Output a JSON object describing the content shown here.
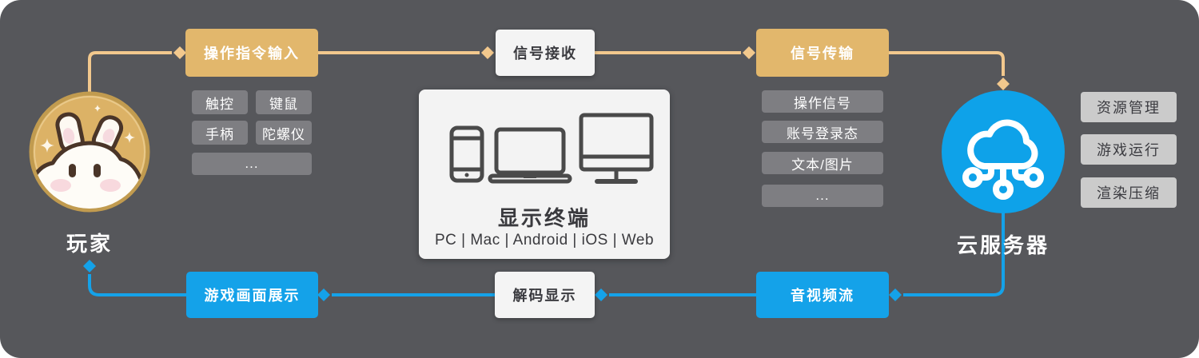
{
  "palette": {
    "panel_background": "#56575B",
    "gold_box": "#E2B76C",
    "gold_line": "#F2C88D",
    "blue": "#14A2E9",
    "cloud_circle_blue": "#0EA2E9",
    "gray_tag": "#7E7E82",
    "light_tag": "#CBCBCB",
    "white_box": "#F4F4F4",
    "dark_text": "#3B3B40"
  },
  "player": {
    "label": "玩家",
    "icon": "rabbit-avatar-icon"
  },
  "top_flow": {
    "command_input": {
      "label": "操作指令输入",
      "tags": [
        "触控",
        "键鼠",
        "手柄",
        "陀螺仪",
        "..."
      ]
    },
    "signal_receive": {
      "label": "信号接收"
    },
    "signal_transmit": {
      "label": "信号传输",
      "tags": [
        "操作信号",
        "账号登录态",
        "文本/图片",
        "..."
      ]
    }
  },
  "terminal_card": {
    "title": "显示终端",
    "subtitle": "PC | Mac | Android | iOS | Web",
    "icons": [
      "smartphone-icon",
      "laptop-icon",
      "monitor-icon"
    ]
  },
  "cloud_server": {
    "label": "云服务器",
    "icon": "cloud-network-icon",
    "tags": [
      "资源管理",
      "游戏运行",
      "渲染压缩"
    ]
  },
  "bottom_flow": {
    "game_display": {
      "label": "游戏画面展示"
    },
    "decode_display": {
      "label": "解码显示"
    },
    "av_stream": {
      "label": "音视频流"
    }
  }
}
